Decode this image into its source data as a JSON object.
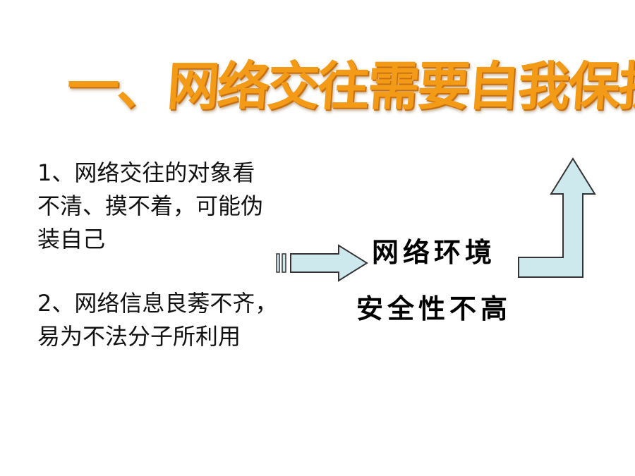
{
  "slide": {
    "title": "一、网络交往需要自我保护",
    "points": [
      "1、网络交往的对象看不清、摸不着，可能伪装自己",
      "2、网络信息良莠不齐，易为不法分子所利用"
    ],
    "conclusion": {
      "line1": "网络环境",
      "line2": "安全性不高"
    }
  },
  "colors": {
    "title": "#f39a16",
    "arrow_fill": "#cde9ee",
    "arrow_stroke": "#333333"
  },
  "icons": [
    "striped-right-arrow-icon",
    "bent-up-arrow-icon"
  ]
}
